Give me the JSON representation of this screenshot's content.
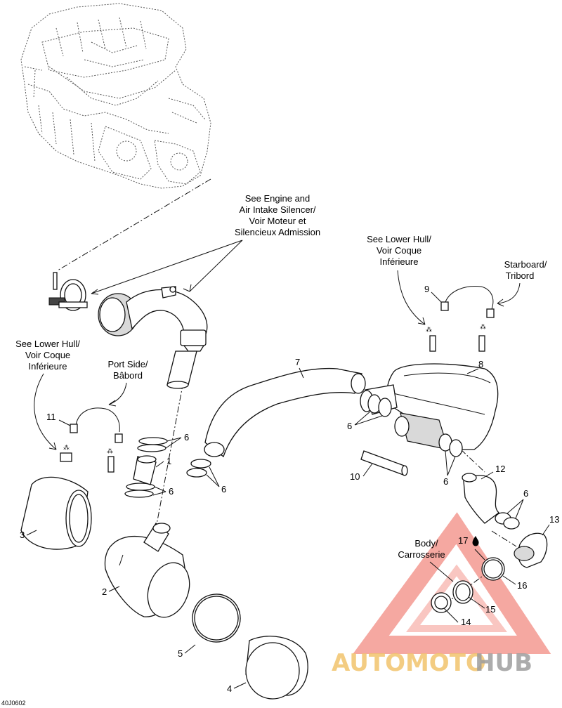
{
  "callouts": {
    "see_engine": [
      "See Engine and",
      "Air Intake Silencer/",
      "Voir Moteur et",
      "Silencieux Admission"
    ],
    "see_lower_hull_left": [
      "See Lower Hull/",
      "Voir Coque",
      "Inférieure"
    ],
    "see_lower_hull_right": [
      "See Lower Hull/",
      "Voir Coque",
      "Inférieure"
    ],
    "port_side": [
      "Port Side/",
      "Bâbord"
    ],
    "starboard": [
      "Starboard/",
      "Tribord"
    ],
    "body": [
      "Body/",
      "Carrosserie"
    ]
  },
  "part_numbers": {
    "p1": "1",
    "p2": "2",
    "p3": "3",
    "p4": "4",
    "p5": "5",
    "p6a": "6",
    "p6b": "6",
    "p6c": "6",
    "p6d": "6",
    "p6e": "6",
    "p6f": "6",
    "p7": "7",
    "p8": "8",
    "p9": "9",
    "p10": "10",
    "p11": "11",
    "p12": "12",
    "p13": "13",
    "p14": "14",
    "p15": "15",
    "p16": "16",
    "p17": "17"
  },
  "figure_code": "40J0602",
  "watermark": {
    "text_red": "AUTOMOTO",
    "text_gray": "HUB",
    "color_red": "#f28b82",
    "color_gray": "#9e9e9e",
    "color_gold": "#f2c46d"
  },
  "icons": {
    "drop": "liquid-drop-icon"
  }
}
